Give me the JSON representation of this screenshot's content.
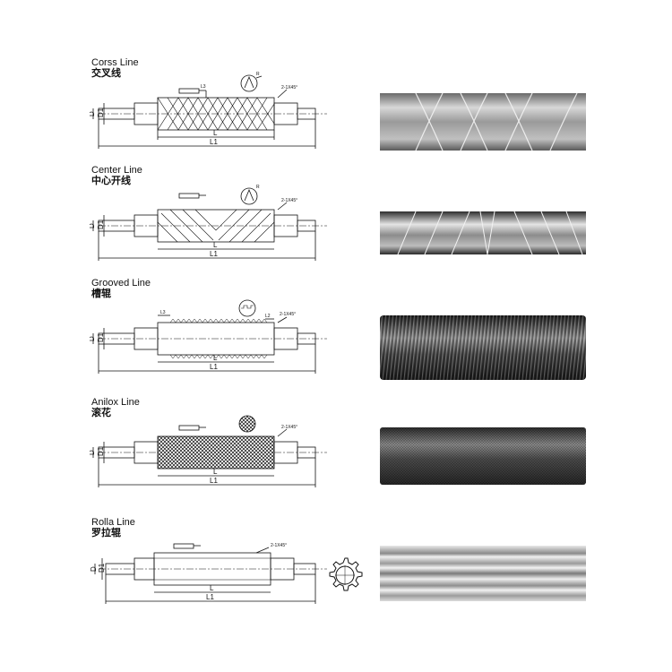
{
  "rolls": [
    {
      "title_en": "Corss Line",
      "title_cn": "交叉线",
      "dims": {
        "d": "D",
        "d1": "D1",
        "l": "L",
        "l1": "L1",
        "l3": "L3",
        "r": "R",
        "chamfer": "2-1X45°"
      }
    },
    {
      "title_en": "Center Line",
      "title_cn": "中心开线",
      "dims": {
        "d": "D",
        "d1": "D1",
        "l": "L",
        "l1": "L1",
        "r": "R",
        "chamfer": "2-1X45°"
      }
    },
    {
      "title_en": "Grooved Line",
      "title_cn": "槽辊",
      "dims": {
        "d": "D",
        "d1": "D1",
        "l": "L",
        "l1": "L1",
        "l2": "L2",
        "l3": "L3",
        "chamfer": "2-1X45°"
      }
    },
    {
      "title_en": "Anilox Line",
      "title_cn": "滚花",
      "dims": {
        "d": "D",
        "d1": "D1",
        "l": "L",
        "l1": "L1",
        "chamfer": "2-1X45°"
      }
    },
    {
      "title_en": "Rolla Line",
      "title_cn": "罗拉辊",
      "dims": {
        "d": "D",
        "d1": "D1",
        "l": "L",
        "l1": "L1",
        "chamfer": "2-1X45°"
      }
    }
  ],
  "colors": {
    "line": "#111111",
    "metal_dark": "#3a3a3a",
    "metal_mid": "#8a8a8a",
    "metal_light": "#e6e6e6"
  }
}
